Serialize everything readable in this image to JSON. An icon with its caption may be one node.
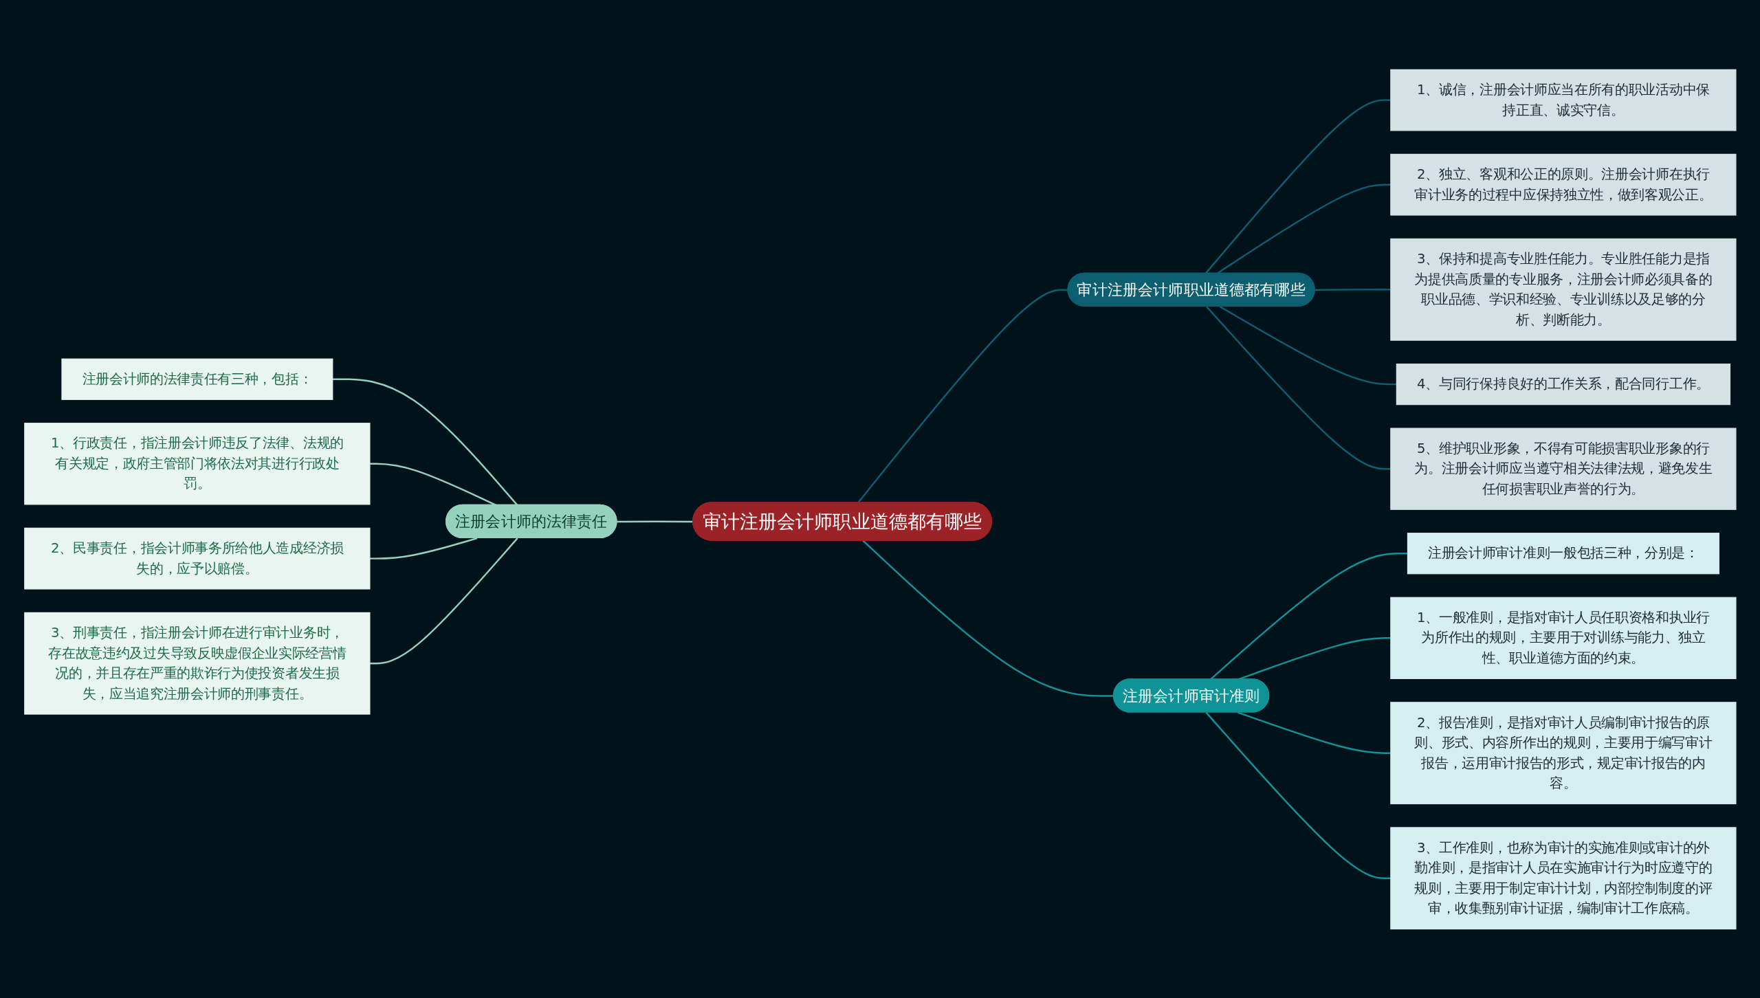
{
  "diagram": {
    "nodes": [
      {
        "text": [
          "审计注册会计师职业道德都有哪些"
        ]
      },
      {
        "text": [
          "审计注册会计师职业道德都有哪些"
        ]
      },
      {
        "text": [
          "1、诚信，注册会计师应当在所有的职业活动中保持正直、诚实守信。"
        ]
      },
      {
        "text": [
          "2、独立、客观和公正的原则。注册会计师在执行审计业务的过程中应保持独立性，做到客观公正。"
        ]
      },
      {
        "text": [
          "3、保持和提高专业胜任能力。专业胜任能力是指为提供高质量的专业服务，注册会计师必须具备的职业品德、学识和经验、专业训练以及足够的分析、判断能力。"
        ]
      },
      {
        "text": [
          "4、与同行保持良好的工作关系，配合同行工作。"
        ]
      },
      {
        "text": [
          "5、维护职业形象，不得有可能损害职业形象的行为。注册会计师应当遵守相关法律法规，避免发生任何损害职业声誉的行为。"
        ]
      },
      {
        "text": [
          "注册会计师审计准则"
        ]
      },
      {
        "text": [
          "注册会计师审计准则一般包括三种，分别是："
        ]
      },
      {
        "text": [
          "1、一般准则，是指对审计人员任职资格和执业行为所作出的规则，主要用于对训练与能力、独立性、职业道德方面的约束。"
        ]
      },
      {
        "text": [
          "2、报告准则，是指对审计人员编制审计报告的原则、形式、内容所作出的规则，主要用于编写审计报告，运用审计报告的形式，规定审计报告的内容。"
        ]
      },
      {
        "text": [
          "3、工作准则，也称为审计的实施准则或审计的外勤准则，是指审计人员在实施审计行为时应遵守的规则，主要用于制定审计计划，内部控制制度的评审，收集甄别审计证据，编制审计工作底稿。"
        ]
      },
      {
        "text": [
          "注册会计师的法律责任"
        ]
      },
      {
        "text": [
          "注册会计师的法律责任有三种，包括："
        ]
      },
      {
        "text": [
          "1、行政责任，指注册会计师违反了法律、法规的有关规定，政府主管部门将依法对其进行行政处罚。"
        ]
      },
      {
        "text": [
          "2、民事责任，指会计师事务所给他人造成经济损失的，应予以赔偿。"
        ]
      },
      {
        "text": [
          "3、刑事责任，指注册会计师在进行审计业务时，存在故意违约及过失导致反映虚假企业实际经营情况的，并且存在严重的欺诈行为使投资者发生损失，应当追究注册会计师的刑事责任。"
        ]
      }
    ],
    "edges": [
      {
        "from": 0,
        "to": 1,
        "arrow": "none",
        "color": "#0b5f70"
      },
      {
        "from": 1,
        "to": 2,
        "arrow": "none",
        "color": "#0b5f70"
      },
      {
        "from": 1,
        "to": 3,
        "arrow": "none",
        "color": "#0b5f70"
      },
      {
        "from": 1,
        "to": 4,
        "arrow": "none",
        "color": "#0b5f70"
      },
      {
        "from": 1,
        "to": 5,
        "arrow": "none",
        "color": "#0b5f70"
      },
      {
        "from": 1,
        "to": 6,
        "arrow": "none",
        "color": "#0b5f70"
      },
      {
        "from": 0,
        "to": 7,
        "arrow": "none",
        "color": "#0f9396"
      },
      {
        "from": 7,
        "to": 8,
        "arrow": "none",
        "color": "#0f9396"
      },
      {
        "from": 7,
        "to": 9,
        "arrow": "none",
        "color": "#0f9396"
      },
      {
        "from": 7,
        "to": 10,
        "arrow": "none",
        "color": "#0f9396"
      },
      {
        "from": 7,
        "to": 11,
        "arrow": "none",
        "color": "#0f9396"
      },
      {
        "from": 12,
        "to": 0,
        "arrow": "none",
        "color": "#94d2bd"
      },
      {
        "from": 13,
        "to": 12,
        "arrow": "none",
        "color": "#94d2bd"
      },
      {
        "from": 14,
        "to": 12,
        "arrow": "none",
        "color": "#94d2bd"
      },
      {
        "from": 15,
        "to": 12,
        "arrow": "none",
        "color": "#94d2bd"
      },
      {
        "from": 16,
        "to": 12,
        "arrow": "none",
        "color": "#94d2bd"
      }
    ]
  }
}
